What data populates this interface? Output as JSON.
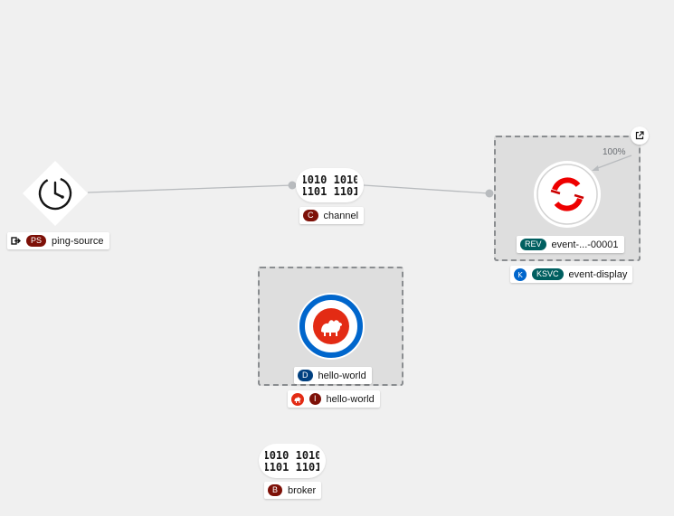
{
  "nodes": {
    "ping_source": {
      "badge": "PS",
      "label": "ping-source"
    },
    "channel": {
      "badge": "C",
      "label": "channel",
      "glyph": "1010 1010\n1101 1101"
    },
    "event_display": {
      "revision_badge": "REV",
      "revision_label": "event-...-00001",
      "service_badge": "KSVC",
      "service_label": "event-display",
      "traffic": "100%"
    },
    "hello_world": {
      "deployment_badge": "D",
      "deployment_label": "hello-world",
      "app_badge": "I",
      "app_label": "hello-world"
    },
    "broker": {
      "badge": "B",
      "label": "broker"
    }
  },
  "icons": {
    "ping_source": "clock-icon",
    "channel": "binary-icon",
    "revision": "openshift-logo-icon",
    "external_link": "external-link-icon",
    "hello_world": "perl-camel-icon",
    "knative": "knative-icon",
    "source_out": "sign-out-icon"
  },
  "colors": {
    "badge_red": "#7d1007",
    "badge_teal": "#005f60",
    "badge_blue": "#004080",
    "ring_blue": "#0066cc",
    "openshift_red": "#e00"
  }
}
